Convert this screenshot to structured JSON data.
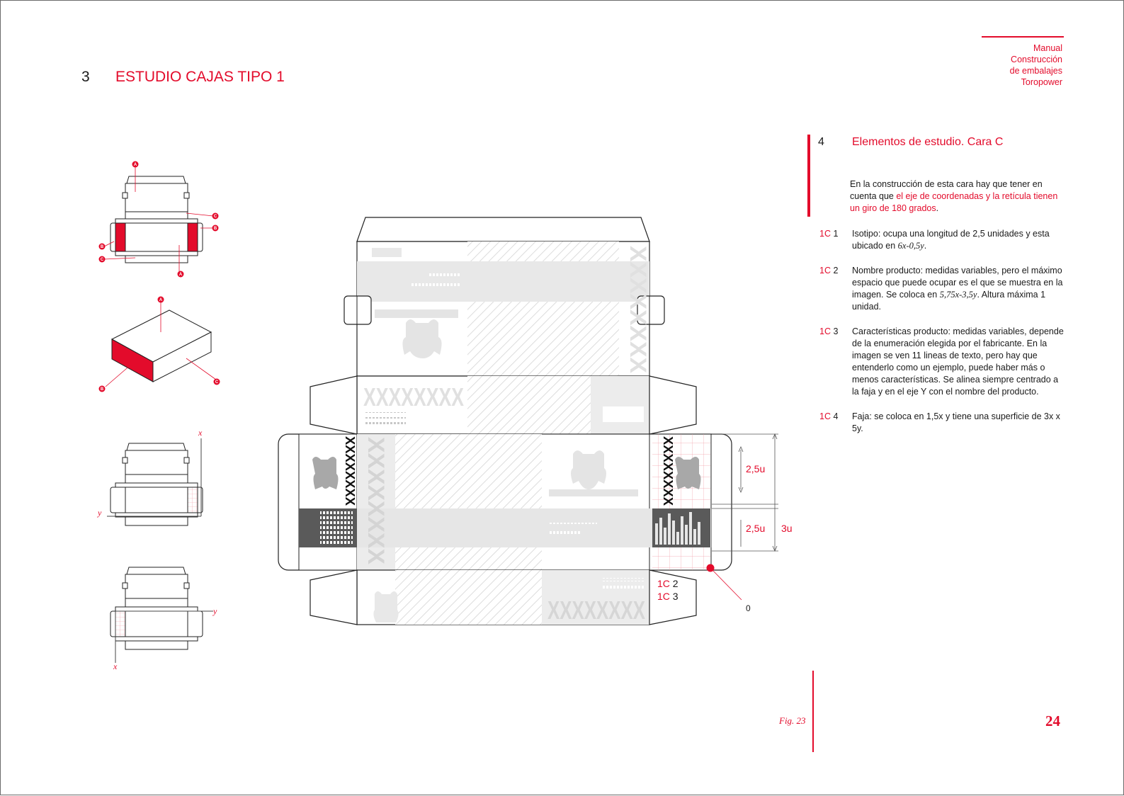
{
  "header": {
    "section_number": "3",
    "section_title": "ESTUDIO CAJAS TIPO 1",
    "manual_lines": [
      "Manual",
      "Construcción",
      "de embalajes",
      "Toropower"
    ]
  },
  "study": {
    "number": "4",
    "title": "Elementos de estudio. Cara C",
    "intro_plain": "En la construcción de esta cara hay que tener en cuenta que ",
    "intro_highlight": "el eje de coordenadas y la retícula tienen un giro de 180 grados",
    "intro_end": "."
  },
  "items": [
    {
      "prefix": "1C",
      "num": "1",
      "parts": [
        "Isotipo: ocupa una longitud de 2,5 unidades y esta ubicado en ",
        "6x-0,5y",
        "."
      ]
    },
    {
      "prefix": "1C",
      "num": "2",
      "parts": [
        "Nombre producto: medidas variables, pero el máximo espacio que puede ocupar es el que se muestra en la imagen. Se coloca en ",
        "5,75x-3,5y",
        ". Altura máxima 1 unidad."
      ]
    },
    {
      "prefix": "1C",
      "num": "3",
      "parts": [
        "Características producto: medidas variables, depende de la enumeración elegida por el fabricante. En la imagen se ven 11 lineas de texto, pero hay que entenderlo como un ejemplo, puede haber más o menos características. Se alinea siempre centrado a la faja y en el eje Y con el nombre del producto.",
        "",
        ""
      ]
    },
    {
      "prefix": "1C",
      "num": "4",
      "parts": [
        "Faja: se coloca en 1,5x y tiene una superficie de 3x x 5y.",
        "",
        ""
      ]
    }
  ],
  "diagram": {
    "callouts": [
      "A",
      "B",
      "C"
    ],
    "axis_x": "x",
    "axis_y": "y",
    "placeholder_text": "XXXXXXXX",
    "dim_isotipo": "2,5u",
    "dim_faja_part": "2,5u",
    "dim_faja_total": "3u",
    "tags": [
      {
        "prefix": "1C",
        "num": "2"
      },
      {
        "prefix": "1C",
        "num": "3"
      }
    ],
    "origin_label": "0"
  },
  "footer": {
    "figure": "Fig. 23",
    "page_number": "24"
  },
  "colors": {
    "accent": "#e30b2b",
    "band_dark": "#5a5a5a",
    "band_light": "#e6e6e6"
  }
}
